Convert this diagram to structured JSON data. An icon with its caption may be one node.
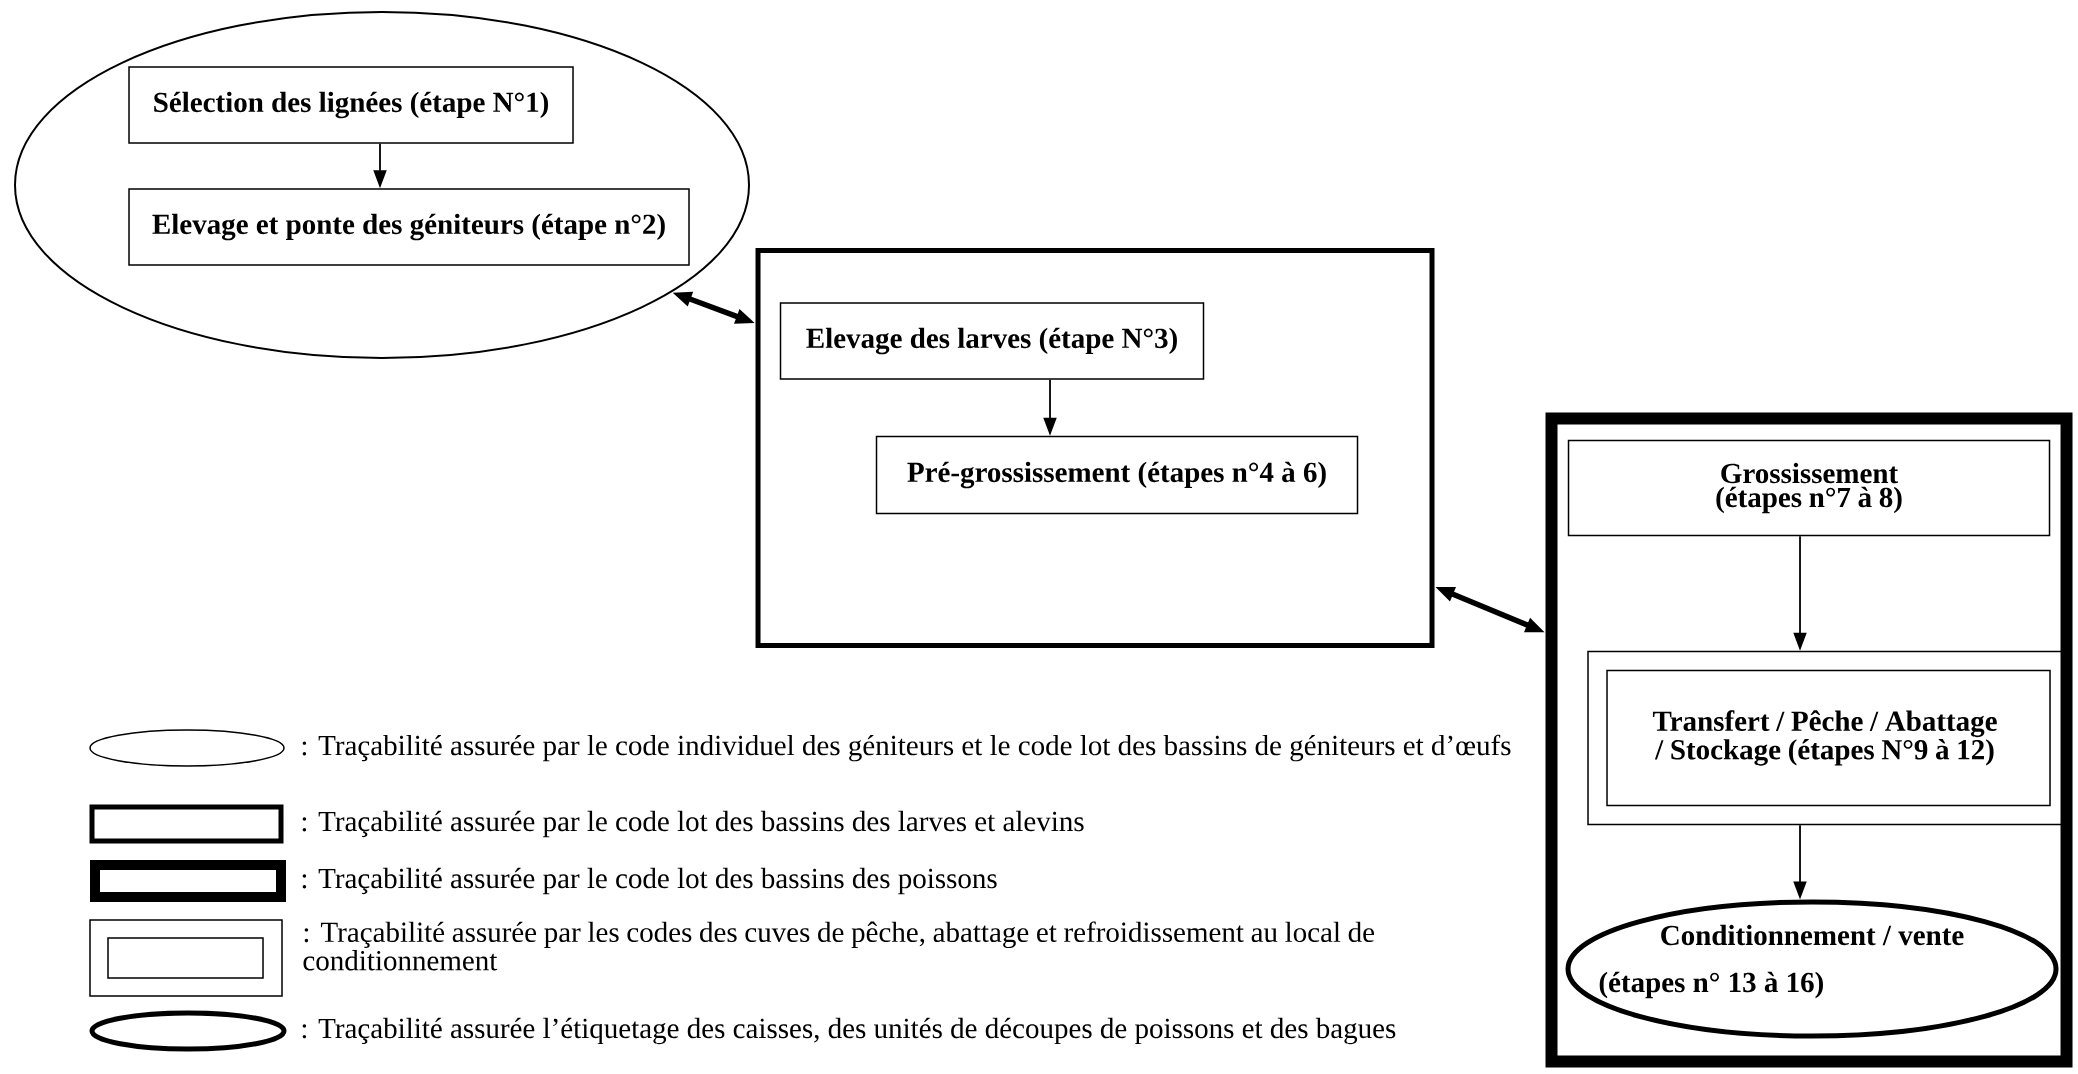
{
  "diagram": {
    "nodes": [
      {
        "text": [],
        "shape": "ellipse"
      },
      {
        "text": [
          "Sélection des lignées (étape N°1)"
        ],
        "in": 0
      },
      {
        "text": [
          "Elevage et ponte des géniteurs (étape n°2)"
        ],
        "in": 0
      },
      {
        "text": [],
        "shape": "box"
      },
      {
        "text": [
          "Elevage des larves (étape N°3)"
        ],
        "in": 3
      },
      {
        "text": [
          "Pré-grossissement (étapes n°4 à 6)"
        ],
        "in": 3
      },
      {
        "text": [],
        "shape": "box"
      },
      {
        "text": [
          "Grossissement (étapes n°7 à 8)"
        ],
        "in": 6
      },
      {
        "text": [
          "Transfert / Pêche / Abattage / Stockage (étapes N°9 à 12)"
        ],
        "in": 6
      },
      {
        "text": [
          "Conditionnement / vente",
          "(étapes n° 13 à 16)"
        ],
        "in": 6
      }
    ],
    "edges": [
      {
        "from": 1,
        "to": 2,
        "arrow": "to"
      },
      {
        "from": 4,
        "to": 5,
        "arrow": "to"
      },
      {
        "from": 0,
        "to": 3,
        "arrow": "both",
        "style": "thick"
      },
      {
        "from": 3,
        "to": 6,
        "arrow": "both",
        "style": "thick"
      },
      {
        "from": 7,
        "to": 8,
        "arrow": "to"
      },
      {
        "from": 8,
        "to": 9,
        "arrow": "to"
      }
    ],
    "legend": [
      {
        "text": ": Traçabilité assurée par le code individuel des géniteurs et le code lot des bassins de géniteurs et d’œufs"
      },
      {
        "text": ": Traçabilité assurée par le code lot des bassins des larves et alevins"
      },
      {
        "text": ": Traçabilité assurée par le code lot des bassins des poissons"
      },
      {
        "text": ": Traçabilité assurée par les codes des cuves de pêche, abattage et refroidissement au local de conditionnement"
      },
      {
        "text": ": Traçabilité assurée l’étiquetage des caisses, des unités de découpes de poissons et des bagues"
      }
    ]
  }
}
